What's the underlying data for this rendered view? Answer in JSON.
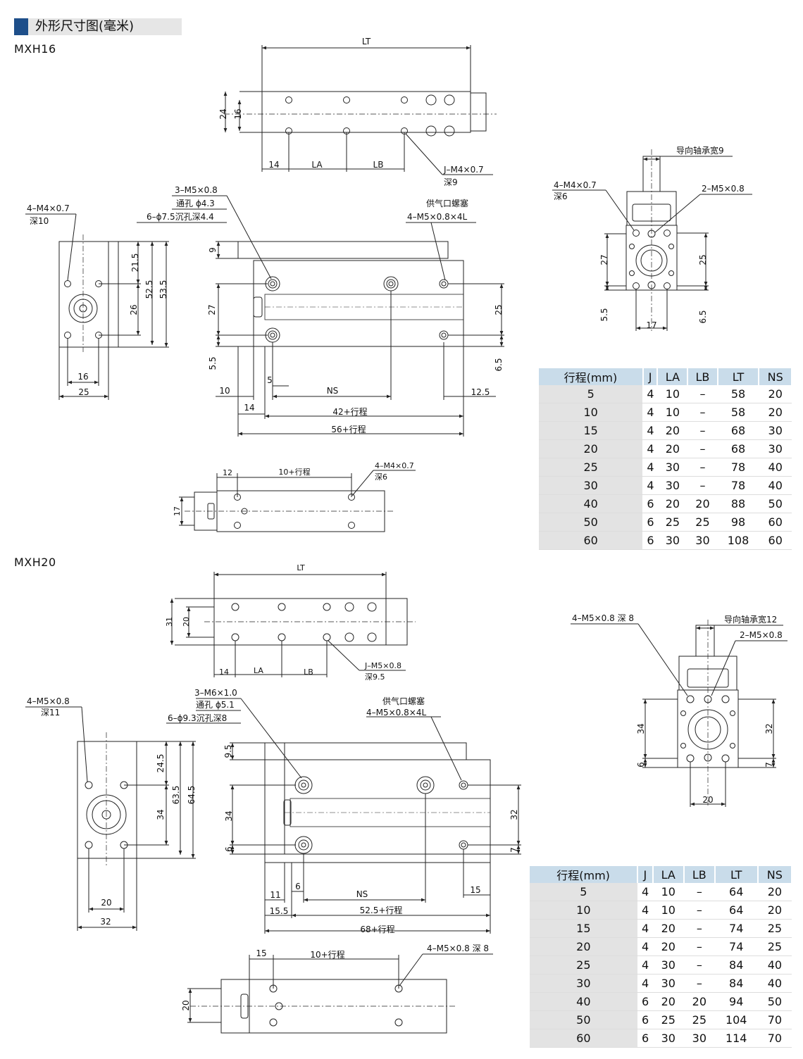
{
  "header": {
    "title": "外形尺寸图(毫米)"
  },
  "models": {
    "m16": "MXH16",
    "m20": "MXH20"
  },
  "mxh16": {
    "top": {
      "lt": "LT",
      "h24": "24",
      "h16": "16",
      "d14": "14",
      "la": "LA",
      "lb": "LB",
      "callout1": "J–M4×0.7",
      "callout2": "深9"
    },
    "left": {
      "c1": "4–M4×0.7",
      "c2": "深10",
      "v215": "21.5",
      "v525": "52.5",
      "v535": "53.5",
      "v26": "26",
      "w16": "16",
      "w25": "25"
    },
    "front": {
      "c1": "3–M5×0.8",
      "c2": "通孔 ϕ4.3",
      "c3": "6–ϕ7.5沉孔深4.4",
      "port1": "供气口螺塞",
      "port2": "4–M5×0.8×4L",
      "v9": "9",
      "v27": "27",
      "v55": "5.5",
      "v25": "25",
      "v65": "6.5",
      "d10": "10",
      "d5": "5",
      "ns": "NS",
      "d125": "12.5",
      "d14": "14",
      "d42": "42+行程",
      "d56": "56+行程"
    },
    "bottom": {
      "d12": "12",
      "d10s": "10+行程",
      "c1": "4–M4×0.7",
      "c2": "深6",
      "v17": "17"
    },
    "right": {
      "c1": "导向轴承宽9",
      "c2": "4–M4×0.7",
      "c3": "深6",
      "c4": "2–M5×0.8",
      "v27": "27",
      "v25": "25",
      "v55": "5.5",
      "v65": "6.5",
      "w17": "17"
    }
  },
  "mxh20": {
    "top": {
      "lt": "LT",
      "h31": "31",
      "h20": "20",
      "d14": "14",
      "la": "LA",
      "lb": "LB",
      "callout1": "J–M5×0.8",
      "callout2": "深9.5"
    },
    "left": {
      "c1": "4–M5×0.8",
      "c2": "深11",
      "v245": "24.5",
      "v635": "63.5",
      "v645": "64.5",
      "v34": "34",
      "w20": "20",
      "w32": "32"
    },
    "front": {
      "c1": "3–M6×1.0",
      "c2": "通孔 ϕ5.1",
      "c3": "6–ϕ9.3沉孔深8",
      "port1": "供气口螺塞",
      "port2": "4–M5×0.8×4L",
      "v95": "9.5",
      "v34": "34",
      "v6": "6",
      "v32": "32",
      "v7": "7",
      "d11": "11",
      "d6": "6",
      "ns": "NS",
      "d15": "15",
      "d155": "15.5",
      "d525": "52.5+行程",
      "d68": "68+行程"
    },
    "bottom": {
      "d15": "15",
      "d10s": "10+行程",
      "c1": "4–M5×0.8 深 8",
      "v20": "20"
    },
    "right": {
      "c1": "4–M5×0.8 深 8",
      "c2": "导向轴承宽12",
      "c3": "2–M5×0.8",
      "v34": "34",
      "v32": "32",
      "v6": "6",
      "v7": "7",
      "w20": "20"
    }
  },
  "tables": {
    "headers": [
      "行程(mm)",
      "J",
      "LA",
      "LB",
      "LT",
      "NS"
    ],
    "mxh16": [
      [
        "5",
        "4",
        "10",
        "–",
        "58",
        "20"
      ],
      [
        "10",
        "4",
        "10",
        "–",
        "58",
        "20"
      ],
      [
        "15",
        "4",
        "20",
        "–",
        "68",
        "30"
      ],
      [
        "20",
        "4",
        "20",
        "–",
        "68",
        "30"
      ],
      [
        "25",
        "4",
        "30",
        "–",
        "78",
        "40"
      ],
      [
        "30",
        "4",
        "30",
        "–",
        "78",
        "40"
      ],
      [
        "40",
        "6",
        "20",
        "20",
        "88",
        "50"
      ],
      [
        "50",
        "6",
        "25",
        "25",
        "98",
        "60"
      ],
      [
        "60",
        "6",
        "30",
        "30",
        "108",
        "60"
      ]
    ],
    "mxh20": [
      [
        "5",
        "4",
        "10",
        "–",
        "64",
        "20"
      ],
      [
        "10",
        "4",
        "10",
        "–",
        "64",
        "20"
      ],
      [
        "15",
        "4",
        "20",
        "–",
        "74",
        "25"
      ],
      [
        "20",
        "4",
        "20",
        "–",
        "74",
        "25"
      ],
      [
        "25",
        "4",
        "30",
        "–",
        "84",
        "40"
      ],
      [
        "30",
        "4",
        "30",
        "–",
        "84",
        "40"
      ],
      [
        "40",
        "6",
        "20",
        "20",
        "94",
        "50"
      ],
      [
        "50",
        "6",
        "25",
        "25",
        "104",
        "70"
      ],
      [
        "60",
        "6",
        "30",
        "30",
        "114",
        "70"
      ]
    ]
  }
}
